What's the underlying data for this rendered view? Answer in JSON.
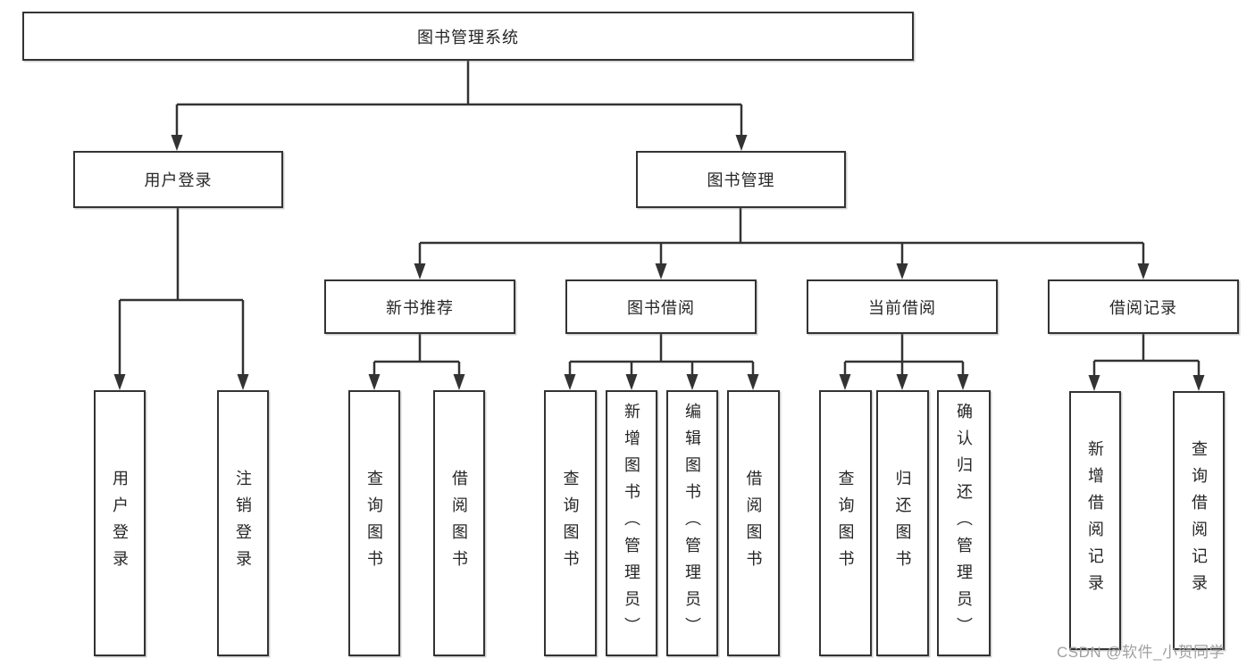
{
  "tree": {
    "root": "图书管理系统",
    "branches": [
      {
        "label": "用户登录",
        "children": [
          "用户登录",
          "注销登录"
        ]
      },
      {
        "label": "图书管理",
        "children": [
          {
            "label": "新书推荐",
            "children": [
              "查询图书",
              "借阅图书"
            ]
          },
          {
            "label": "图书借阅",
            "children": [
              "查询图书",
              "新增图书（管理员）",
              "编辑图书（管理员）",
              "借阅图书"
            ]
          },
          {
            "label": "当前借阅",
            "children": [
              "查询图书",
              "归还图书",
              "确认归还（管理员）"
            ]
          },
          {
            "label": "借阅记录",
            "children": [
              "新增借阅记录",
              "查询借阅记录"
            ]
          }
        ]
      }
    ]
  },
  "watermark": {
    "text": "CSDN @软件_小贺同学"
  },
  "colors": {
    "line": "#333333",
    "box_border": "#333333",
    "box_fill": "#ffffff",
    "text": "#262626",
    "watermark": "#a0a0a0"
  }
}
